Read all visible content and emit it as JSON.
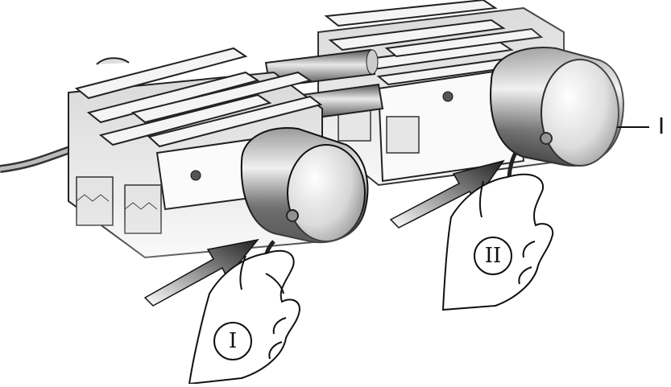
{
  "labels": {
    "side_label": "I",
    "hand_left_badge": "I",
    "hand_right_badge": "II"
  },
  "colors": {
    "ink": "#111111",
    "metal_light": "#f2f2f2",
    "metal_mid": "#bdbdbd",
    "metal_dark": "#4a4a4a",
    "shadow": "#8a8a8a"
  }
}
